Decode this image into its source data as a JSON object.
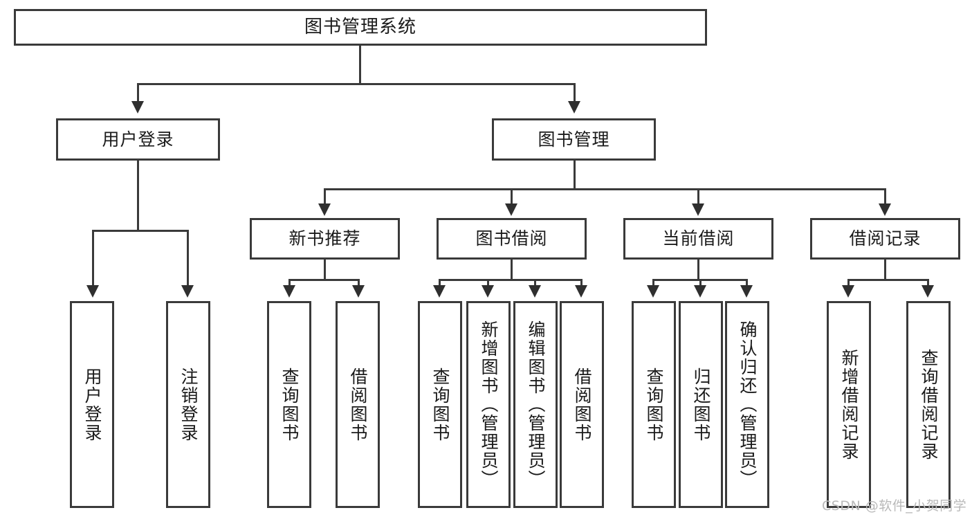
{
  "diagram": {
    "title": "图书管理系统",
    "root": {
      "label": "图书管理系统"
    },
    "level2": [
      {
        "label": "用户登录"
      },
      {
        "label": "图书管理"
      }
    ],
    "level3": [
      {
        "label": "新书推荐"
      },
      {
        "label": "图书借阅"
      },
      {
        "label": "当前借阅"
      },
      {
        "label": "借阅记录"
      }
    ],
    "leaves": [
      {
        "label": "用户登录"
      },
      {
        "label": "注销登录"
      },
      {
        "label": "查询图书"
      },
      {
        "label": "借阅图书"
      },
      {
        "label": "查询图书"
      },
      {
        "label": "新增图书（管理员）"
      },
      {
        "label": "编辑图书（管理员）"
      },
      {
        "label": "借阅图书"
      },
      {
        "label": "查询图书"
      },
      {
        "label": "归还图书"
      },
      {
        "label": "确认归还（管理员）"
      },
      {
        "label": "新增借阅记录"
      },
      {
        "label": "查询借阅记录"
      }
    ]
  },
  "watermark": {
    "text": "CSDN @软件_小贺同学"
  },
  "colors": {
    "stroke": "#3a3a3a",
    "background": "#ffffff",
    "text": "#1a1a1a",
    "watermark": "#b9b9b9"
  }
}
